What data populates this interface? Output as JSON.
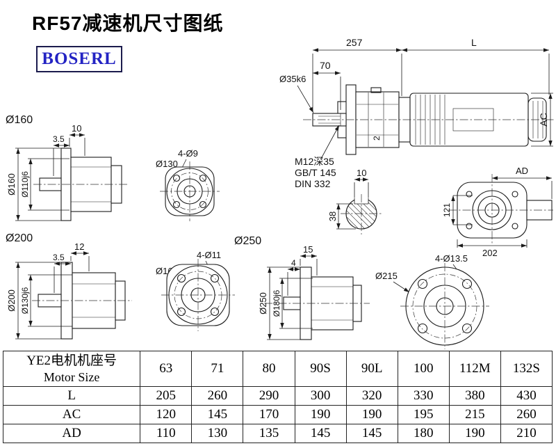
{
  "title": "RF57减速机尺寸图纸",
  "logo": "BOSERL",
  "drawings": {
    "main": {
      "dim_257": "257",
      "dim_l": "L",
      "dim_70": "70",
      "dia_shaft": "Ø35k6",
      "dim_ac": "AC",
      "dim_2": "2",
      "note_m12": "M12深35",
      "note_gbt": "GB/T 145",
      "note_din": "DIN 332"
    },
    "view160": {
      "label": "Ø160",
      "dim_10": "10",
      "dim_3_5": "3.5",
      "dia_outer": "Ø160",
      "dia_spigot": "Ø110j6"
    },
    "flange130": {
      "holes": "4-Ø9",
      "dia": "Ø130"
    },
    "shaft_section": {
      "key_width": "10",
      "depth": "38"
    },
    "view_ad": {
      "dim_ad": "AD",
      "dim_121": "121",
      "dim_202": "202"
    },
    "view200": {
      "label": "Ø200",
      "dim_12": "12",
      "dim_3_5": "3.5",
      "dia_outer": "Ø200",
      "dia_spigot": "Ø130j6"
    },
    "flange165": {
      "holes": "4-Ø11",
      "dia": "Ø165"
    },
    "view250": {
      "label": "Ø250",
      "dim_15": "15",
      "dim_4": "4",
      "dia_outer": "Ø250",
      "dia_spigot": "Ø180j6"
    },
    "flange215": {
      "holes": "4-Ø13.5",
      "dia": "Ø215"
    }
  },
  "table": {
    "header": {
      "line1": "YE2电机机座号",
      "line2": "Motor Size"
    },
    "columns": [
      "63",
      "71",
      "80",
      "90S",
      "90L",
      "100",
      "112M",
      "132S"
    ],
    "rows": [
      {
        "label": "L",
        "values": [
          "205",
          "260",
          "290",
          "300",
          "320",
          "330",
          "380",
          "430"
        ]
      },
      {
        "label": "AC",
        "values": [
          "120",
          "145",
          "170",
          "190",
          "190",
          "195",
          "215",
          "260"
        ]
      },
      {
        "label": "AD",
        "values": [
          "110",
          "130",
          "135",
          "145",
          "145",
          "180",
          "190",
          "210"
        ]
      }
    ]
  }
}
